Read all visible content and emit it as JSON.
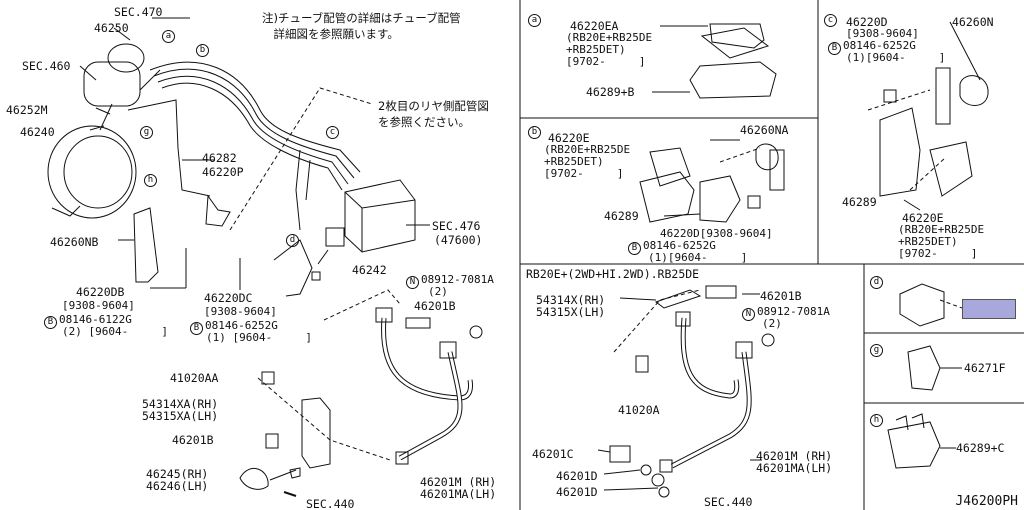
{
  "note_jp": "注)チューブ配管の詳細はチューブ配管\n　詳細図を参照願います。",
  "note2_jp": "2枚目のリヤ側配管図\nを参照ください。",
  "main": {
    "sec470": "SEC.470",
    "p46250": "46250",
    "sec460": "SEC.460",
    "p46252m": "46252M",
    "p46240": "46240",
    "p46282": "46282",
    "p46220p": "46220P",
    "sec476": "SEC.476",
    "sec476b": "(47600)",
    "p46242": "46242",
    "p46260nb": "46260NB",
    "p46220db": "46220DB",
    "p46220db_r": "[9308-9604]",
    "bolt1": "08146-6122G",
    "bolt1_r": "(2) [9604-     ]",
    "p46220dc": "46220DC",
    "p46220dc_r": "[9308-9604]",
    "bolt2": "08146-6252G",
    "bolt2_r": "(1) [9604-     ]",
    "nut1": "08912-7081A",
    "nut1_q": "(2)",
    "p46201b": "46201B",
    "p41020aa": "41020AA",
    "p54314xa": "54314XA(RH)",
    "p54315xa": "54315XA(LH)",
    "p46201b_2": "46201B",
    "p46245": "46245(RH)",
    "p46246": "46246(LH)",
    "sec440": "SEC.440",
    "p46201m": "46201M (RH)",
    "p46201ma": "46201MA(LH)"
  },
  "panel_a": {
    "tag": "a",
    "part": "46220EA",
    "s1": "(RB20E+RB25DE",
    "s2": "+RB25DET)",
    "r": "[9702-     ]",
    "part2": "46289+B"
  },
  "panel_b": {
    "tag": "b",
    "part": "46220E",
    "s1": "(RB20E+RB25DE",
    "s2": "+RB25DET)",
    "r": "[9702-     ]",
    "part2": "46260NA",
    "part3": "46289",
    "part4": "46220D[9308-9604]",
    "bolt": "08146-6252G",
    "bolt_r": "(1)[9604-     ]"
  },
  "panel_c": {
    "tag": "c",
    "part": "46220D",
    "r": "[9308-9604]",
    "bolt": "08146-6252G",
    "bolt_r": "(1)[9604-     ]",
    "part2": "46260N",
    "part3": "46289",
    "part4": "46220E",
    "s1": "(RB20E+RB25DE",
    "s2": "+RB25DET)",
    "r2": "[9702-     ]"
  },
  "panel_rear": {
    "title": "RB20E+(2WD+HI.2WD).RB25DE",
    "p54314x": "54314X(RH)",
    "p54315x": "54315X(LH)",
    "p46201b": "46201B",
    "nut": "08912-7081A",
    "nut_q": "(2)",
    "p41020a": "41020A",
    "p46201c": "46201C",
    "p46201d1": "46201D",
    "p46201d2": "46201D",
    "p46201m": "46201M (RH)",
    "p46201ma": "46201MA(LH)",
    "sec440": "SEC.440"
  },
  "panel_d": {
    "tag": "d"
  },
  "panel_g": {
    "tag": "g",
    "part": "46271F"
  },
  "panel_h": {
    "tag": "h",
    "part": "46289+C"
  },
  "diagram_id": "J46200PH",
  "highlight_color": "#a8a8dc"
}
